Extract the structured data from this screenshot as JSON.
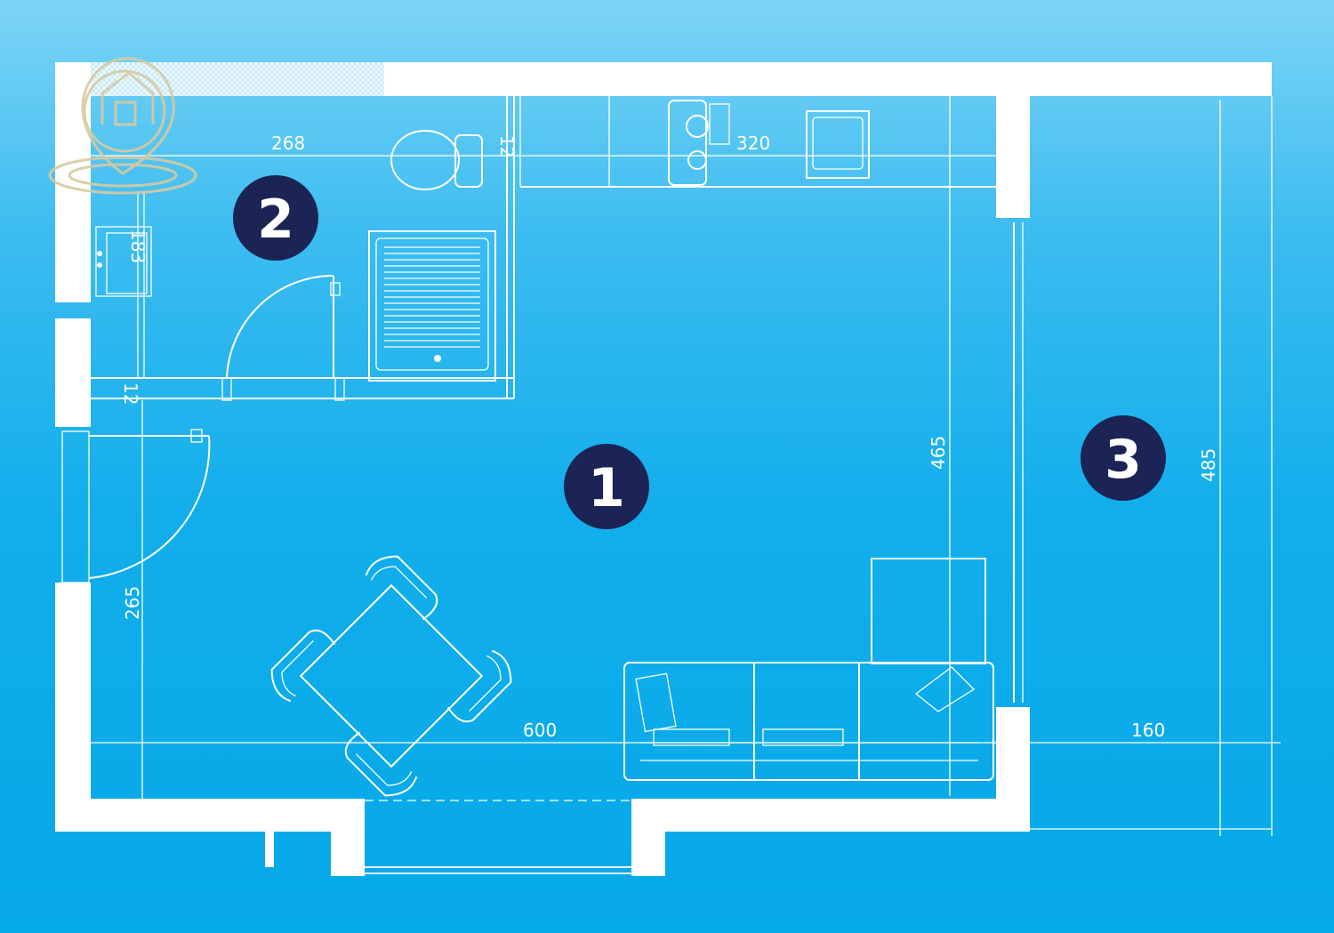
{
  "colors": {
    "badge": "#1b2454",
    "line": "#ffffff",
    "watermark": "#d8c9a0"
  },
  "rooms": [
    {
      "number": "1"
    },
    {
      "number": "2"
    },
    {
      "number": "3"
    }
  ],
  "dimensions": {
    "bath_width": "268",
    "kitchen_width": "320",
    "sink_depth": "183",
    "wall_left": "12",
    "wall_top": "12",
    "living_height": "465",
    "balcony_height": "485",
    "left_height": "265",
    "living_width": "600",
    "balcony_width": "160"
  }
}
